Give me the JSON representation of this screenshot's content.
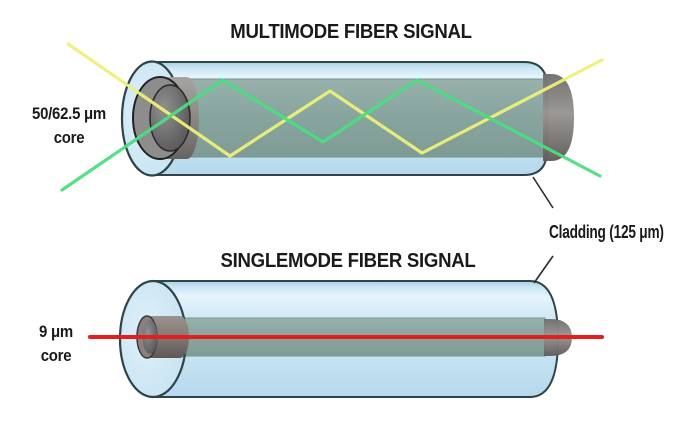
{
  "diagram": {
    "multimode": {
      "title": "MULTIMODE FIBER SIGNAL",
      "core_label_line1": "50/62.5 μm",
      "core_label_line2": "core"
    },
    "singlemode": {
      "title": "SINGLEMODE FIBER SIGNAL",
      "core_label_line1": "9 μm",
      "core_label_line2": "core"
    },
    "cladding_label": "Cladding (125 μm)",
    "colors": {
      "background": "#ffffff",
      "text": "#1a1a1a",
      "cladding_fill": "#cbe6f3",
      "cladding_outline": "#2e4449",
      "core_band": "#87a39b",
      "core_gray": "#8d8d8d",
      "multimode_ray_yellow": "#eef078",
      "multimode_ray_green": "#4ade7f",
      "singlemode_ray_red": "#e31e1e",
      "pointer_line": "#2b2b2b"
    }
  }
}
